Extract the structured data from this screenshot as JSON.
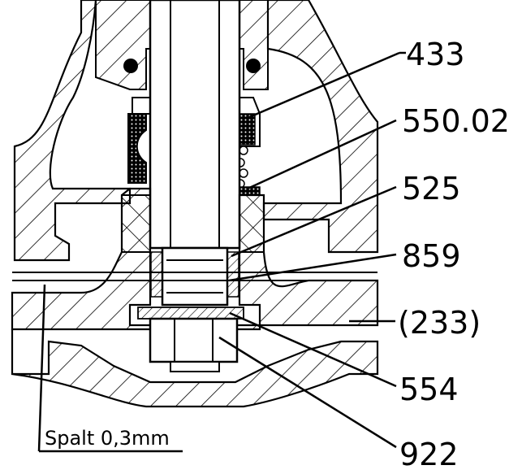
{
  "labels": {
    "p433": "433",
    "p550": "550.02",
    "p525": "525",
    "p859": "859",
    "p233": "(233)",
    "p554": "554",
    "p922": "922",
    "gap": "Spalt 0,3mm"
  }
}
